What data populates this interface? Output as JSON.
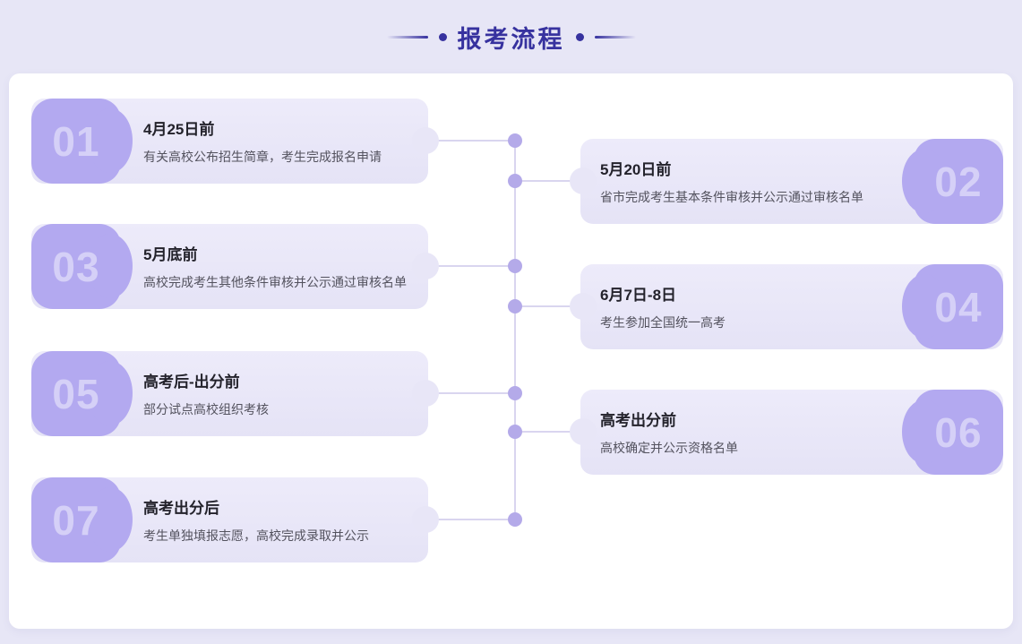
{
  "header": {
    "title": "报考流程"
  },
  "theme": {
    "page_background": "#e7e6f6",
    "panel_background": "#ffffff",
    "title_color": "#37329f",
    "card_background": "#e9e7f8",
    "badge_color": "#b3a9f0",
    "badge_number_color": "#cfc9f6",
    "timeline_line_color": "#d9d5ef",
    "timeline_dot_color": "#b4aae9",
    "step_title_color": "#23222b",
    "step_desc_color": "#53525e"
  },
  "steps": [
    {
      "number": "01",
      "side": "left",
      "title": "4月25日前",
      "description": "有关高校公布招生简章，考生完成报名申请"
    },
    {
      "number": "02",
      "side": "right",
      "title": "5月20日前",
      "description": "省市完成考生基本条件审核并公示通过审核名单"
    },
    {
      "number": "03",
      "side": "left",
      "title": "5月底前",
      "description": "高校完成考生其他条件审核并公示通过审核名单"
    },
    {
      "number": "04",
      "side": "right",
      "title": "6月7日-8日",
      "description": "考生参加全国统一高考"
    },
    {
      "number": "05",
      "side": "left",
      "title": "高考后-出分前",
      "description": "部分试点高校组织考核"
    },
    {
      "number": "06",
      "side": "right",
      "title": "高考出分前",
      "description": "高校确定并公示资格名单"
    },
    {
      "number": "07",
      "side": "left",
      "title": "高考出分后",
      "description": "考生单独填报志愿，高校完成录取并公示"
    }
  ]
}
